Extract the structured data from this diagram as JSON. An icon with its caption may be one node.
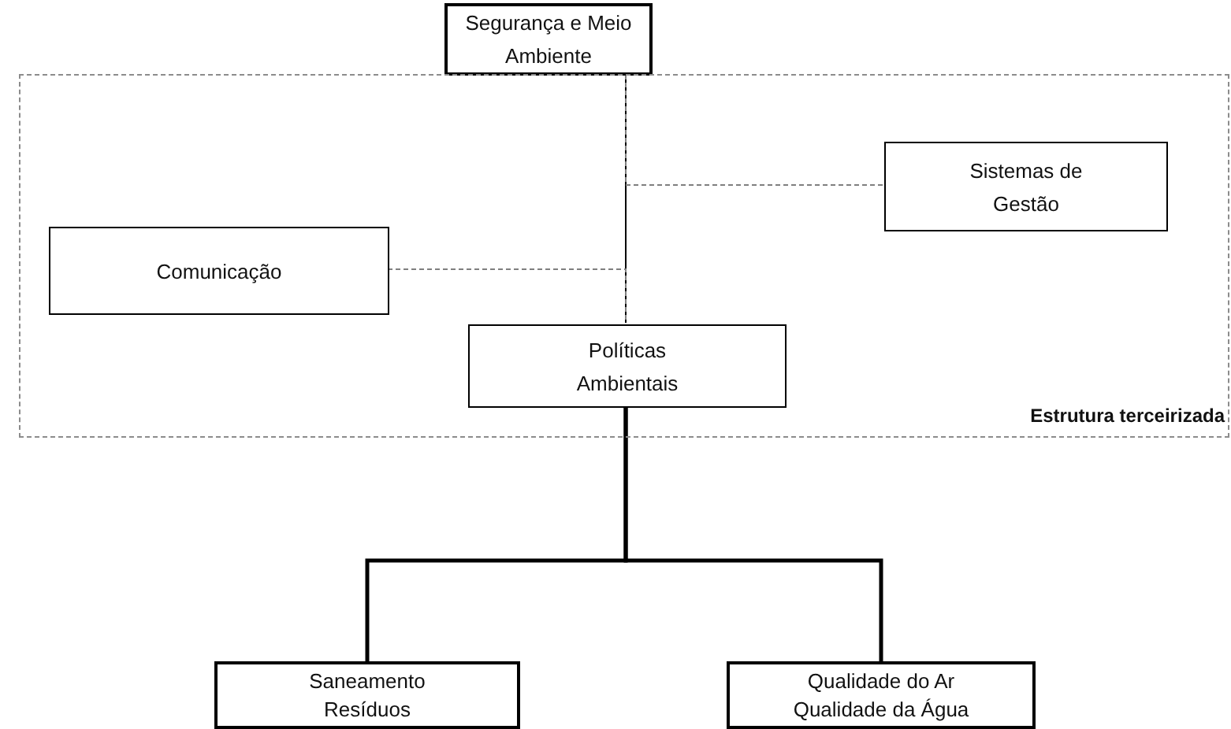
{
  "diagram": {
    "nodes": [
      {
        "text": [
          "Segurança e Meio Ambiente"
        ]
      },
      {
        "text": [
          "Estrutura terceirizada"
        ]
      },
      {
        "text": [
          "Sistemas de Gestão"
        ],
        "in": 1
      },
      {
        "text": [
          "Comunicação"
        ],
        "in": 1
      },
      {
        "text": [
          "Políticas Ambientais"
        ],
        "in": 1
      },
      {
        "text": [
          "Saneamento Resíduos"
        ]
      },
      {
        "text": [
          "Qualidade do Ar Qualidade da Água"
        ]
      }
    ],
    "edges": [
      {
        "from": 0,
        "to": 4,
        "arrow": "none"
      },
      {
        "from": 2,
        "to": 0,
        "arrow": "none",
        "style": "dashed",
        "color": "#7f7f7f"
      },
      {
        "from": 3,
        "to": 4,
        "arrow": "none",
        "style": "dashed",
        "color": "#7f7f7f"
      },
      {
        "from": 4,
        "to": 5,
        "arrow": "none",
        "style": "thick"
      },
      {
        "from": 4,
        "to": 6,
        "arrow": "none",
        "style": "thick"
      }
    ]
  }
}
